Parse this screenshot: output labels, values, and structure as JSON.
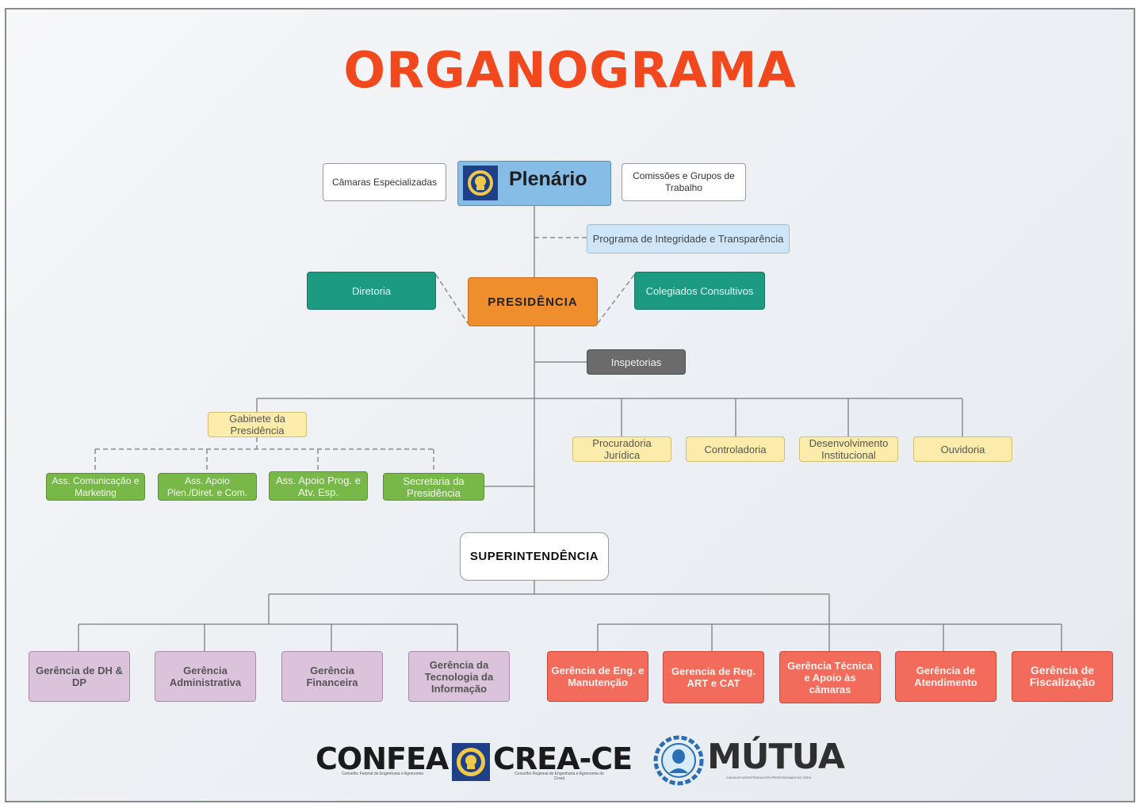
{
  "title": "ORGANOGRAMA",
  "colors": {
    "title": "#f1481e",
    "plenario": "#86bde6",
    "presidencia": "#ef8e2c",
    "teal": "#1d9a82",
    "inspetorias": "#6b6b6b",
    "cream": "#fbecab",
    "green": "#78b848",
    "lilac": "#dcc3dc",
    "salmon": "#f36b5b"
  },
  "top": {
    "plenario": "Plenário",
    "camaras": "Câmaras Especializadas",
    "comissoes": "Comissões e Grupos de Trabalho",
    "programa": "Programa de Integridade e Transparência"
  },
  "presidencia_row": {
    "diretoria": "Diretoria",
    "presidencia": "PRESIDÊNCIA",
    "colegiados": "Colegiados Consultivos",
    "inspetorias": "Inspetorias"
  },
  "gabinete": {
    "label": "Gabinete da Presidência",
    "assessorias": [
      "Ass. Comunicação e Marketing",
      "Ass. Apoio Plen./Diret. e Com.",
      "Ass. Apoio Prog. e Atv. Esp.",
      "Secretaria da Presidência"
    ]
  },
  "orgaos": [
    "Procuradoria Jurídica",
    "Controladoria",
    "Desenvolvimento Institucional",
    "Ouvidoria"
  ],
  "superintendencia": "SUPERINTENDÊNCIA",
  "gerencias_admin": [
    "Gerência de DH & DP",
    "Gerência Administrativa",
    "Gerência Financeira",
    "Gerência da Tecnologia da Informação"
  ],
  "gerencias_tecnicas": [
    "Gerência de Eng. e Manutenção",
    "Gerencia de Reg. ART e CAT",
    "Gerência Técnica e Apoio às câmaras",
    "Gerência de Atendimento",
    "Gerência de Fiscalização"
  ],
  "footer_logos": {
    "confea": "CONFEA",
    "confea_sub": "Conselho Federal de Engenharia e Agronomia",
    "crea": "CREA-CE",
    "crea_sub": "Conselho Regional de Engenharia e Agronomia do Ceará",
    "mutua": "MÚTUA",
    "mutua_sub": "CAIXA DE ASSISTÊNCIA DOS PROFISSIONAIS DO CREA"
  }
}
